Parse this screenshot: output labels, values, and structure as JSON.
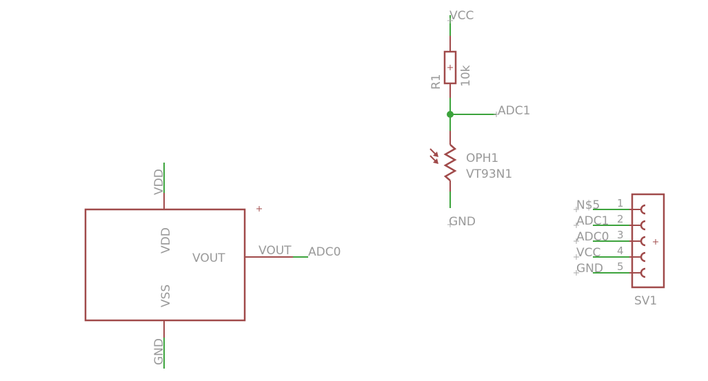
{
  "sensor": {
    "top_net": "VDD",
    "pin_vdd": "VDD",
    "pin_vss": "VSS",
    "pin_vout": "VOUT",
    "out_pin_label": "VOUT",
    "out_net": "ADC0",
    "bottom_net": "GND"
  },
  "r1": {
    "name": "R1",
    "value": "10k",
    "top_net": "VCC",
    "junction_net": "ADC1"
  },
  "oph1": {
    "name": "OPH1",
    "value": "VT93N1",
    "bottom_net": "GND"
  },
  "sv1": {
    "name": "SV1",
    "pins": [
      {
        "num": "1",
        "net": "N$5"
      },
      {
        "num": "2",
        "net": "ADC1"
      },
      {
        "num": "3",
        "net": "ADC0"
      },
      {
        "num": "4",
        "net": "VCC"
      },
      {
        "num": "5",
        "net": "GND"
      }
    ]
  },
  "colors": {
    "wire": "#3ca33c",
    "symbol": "#a04a4a",
    "label": "#999999",
    "background": "#ffffff"
  }
}
